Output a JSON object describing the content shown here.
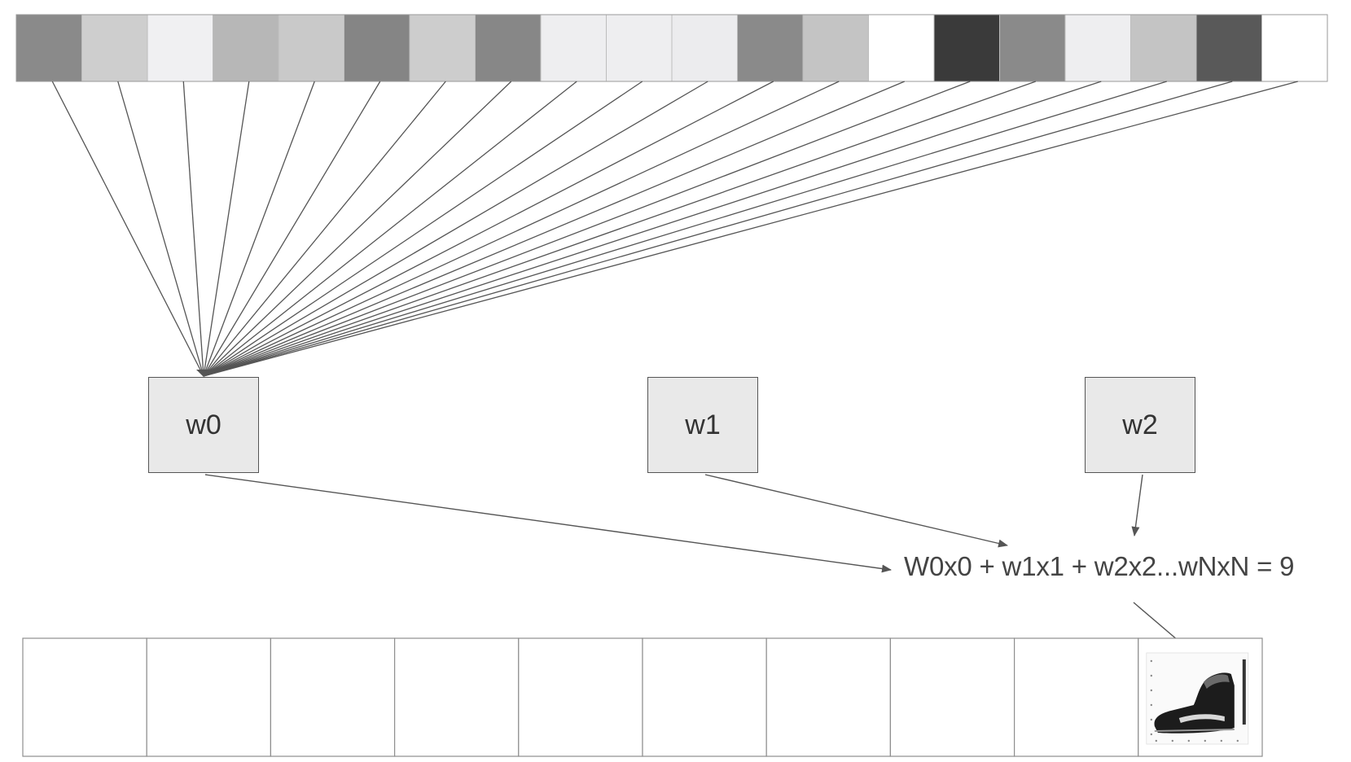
{
  "input_pixels": [
    {
      "color": "#8a8a8a"
    },
    {
      "color": "#cecece"
    },
    {
      "color": "#f0f0f2"
    },
    {
      "color": "#b7b7b7"
    },
    {
      "color": "#c9c9c9"
    },
    {
      "color": "#858585"
    },
    {
      "color": "#cdcdcd"
    },
    {
      "color": "#878787"
    },
    {
      "color": "#eeeef0"
    },
    {
      "color": "#eeeef0"
    },
    {
      "color": "#ececee"
    },
    {
      "color": "#8a8a8a"
    },
    {
      "color": "#c4c4c4"
    },
    {
      "color": "#ffffff"
    },
    {
      "color": "#3a3a3a"
    },
    {
      "color": "#8a8a8a"
    },
    {
      "color": "#eeeef0"
    },
    {
      "color": "#c4c4c4"
    },
    {
      "color": "#595959"
    },
    {
      "color": "#ffffff"
    }
  ],
  "weights": [
    {
      "label": "w0"
    },
    {
      "label": "w1"
    },
    {
      "label": "w2"
    }
  ],
  "equation": "W0x0 + w1x1 + w2x2...wNxN = 9",
  "output_slots": 10,
  "output_active_index": 9,
  "output_image": "sneaker-image",
  "colors": {
    "line": "#555555",
    "box_fill": "#e9e9e9",
    "box_border": "#555555"
  }
}
